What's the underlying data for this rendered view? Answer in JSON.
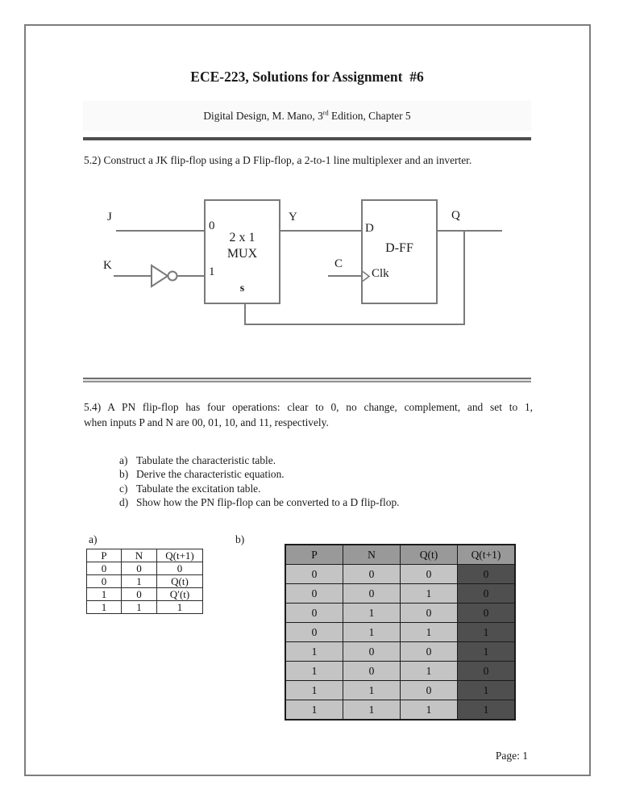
{
  "header": {
    "title": "ECE-223, Solutions for Assignment  #6",
    "subtitle_pre": "Digital Design, M. Mano, 3",
    "subtitle_sup": "rd",
    "subtitle_post": " Edition, Chapter 5"
  },
  "problem52": {
    "text": "5.2) Construct a JK flip-flop using a D Flip-flop, a 2-to-1 line multiplexer and an inverter."
  },
  "diagram": {
    "j": "J",
    "k": "K",
    "y": "Y",
    "q": "Q",
    "c": "C",
    "d": "D",
    "clk": "Clk",
    "in0": "0",
    "in1": "1",
    "select": "s",
    "mux_line1": "2 x 1",
    "mux_line2": "MUX",
    "dff": "D-FF"
  },
  "problem54": {
    "line1": "5.4) A PN flip-flop has four operations: clear to 0, no change, complement, and set to 1,",
    "line2": "when inputs P and N are 00, 01, 10, and 11, respectively.",
    "items": [
      {
        "marker": "a)",
        "text": "Tabulate the characteristic table."
      },
      {
        "marker": "b)",
        "text": "Derive the characteristic equation."
      },
      {
        "marker": "c)",
        "text": "Tabulate the excitation table."
      },
      {
        "marker": "d)",
        "text": "Show how the PN flip-flop can be converted to a D flip-flop."
      }
    ]
  },
  "table_a": {
    "label": "a)",
    "headers": [
      "P",
      "N",
      "Q(t+1)"
    ],
    "rows": [
      [
        "0",
        "0",
        "0"
      ],
      [
        "0",
        "1",
        "Q(t)"
      ],
      [
        "1",
        "0",
        "Q′(t)"
      ],
      [
        "1",
        "1",
        "1"
      ]
    ]
  },
  "table_b": {
    "label": "b)",
    "headers": [
      "P",
      "N",
      "Q(t)",
      "Q(t+1)"
    ],
    "rows": [
      [
        "0",
        "0",
        "0",
        "0"
      ],
      [
        "0",
        "0",
        "1",
        "0"
      ],
      [
        "0",
        "1",
        "0",
        "0"
      ],
      [
        "0",
        "1",
        "1",
        "1"
      ],
      [
        "1",
        "0",
        "0",
        "1"
      ],
      [
        "1",
        "0",
        "1",
        "0"
      ],
      [
        "1",
        "1",
        "0",
        "1"
      ],
      [
        "1",
        "1",
        "1",
        "1"
      ]
    ]
  },
  "footer": {
    "page_label": "Page: 1"
  },
  "colors": {
    "table_header_bg": "#999999",
    "table_body_bg": "#c4c4c4",
    "table_dark_col_bg": "#4f4f4f",
    "wire": "#7a7a7a",
    "rule": "#4e4e4e",
    "page_border": "#7d7d7d"
  }
}
